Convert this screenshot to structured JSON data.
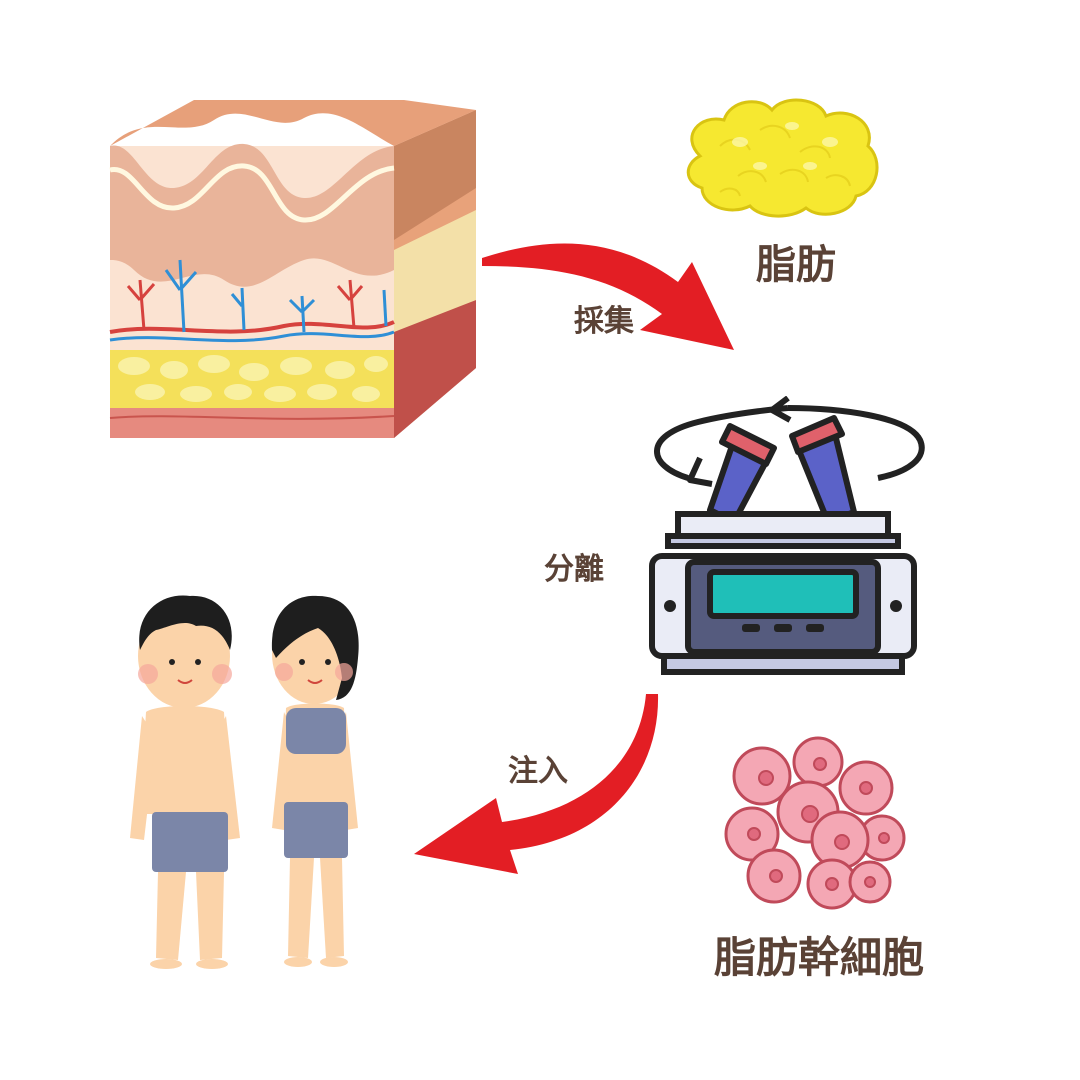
{
  "labels": {
    "collect": "採集",
    "separate": "分離",
    "inject": "注入",
    "fat": "脂肪",
    "stem_cells": "脂肪幹細胞"
  },
  "colors": {
    "arrow": "#e31e24",
    "label_text": "#5a4236",
    "fat_yellow": "#f5e842",
    "cell_pink": "#f4a7b4",
    "device_screen": "#1fbfb8"
  },
  "icons": {
    "skin": "skin-cross-section",
    "fat": "fat-cluster",
    "centrifuge": "centrifuge-device",
    "people": "man-and-woman",
    "cells": "stem-cell-cluster"
  }
}
